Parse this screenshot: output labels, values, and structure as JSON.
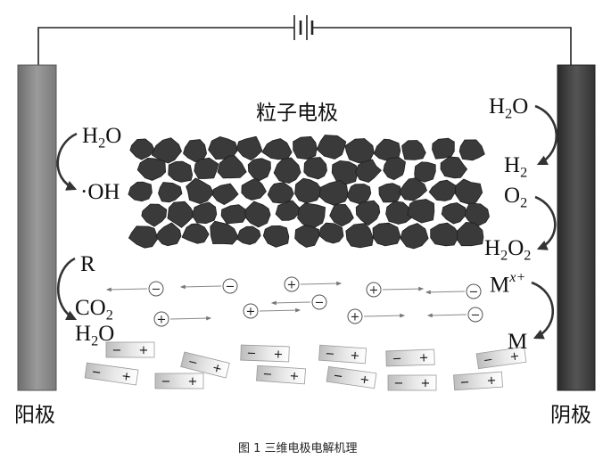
{
  "title": "粒子电极",
  "anode_label": "阳极",
  "cathode_label": "阴极",
  "caption": "图 1 三维电极电解机理",
  "anode_species": {
    "h2o": {
      "main": "H",
      "sub": "2",
      "tail": "O"
    },
    "oh": "·OH",
    "r": "R",
    "co2": {
      "main": "CO",
      "sub": "2",
      "tail": ""
    },
    "h2o_product": {
      "main": "H",
      "sub": "2",
      "tail": "O"
    }
  },
  "cathode_species": {
    "h2o": {
      "main": "H",
      "sub": "2",
      "tail": "O"
    },
    "h2": {
      "main": "H",
      "sub": "2"
    },
    "o2": {
      "main": "O",
      "sub": "2"
    },
    "h2o2": {
      "main": "H",
      "sub1": "2",
      "mid": "O",
      "sub2": "2"
    },
    "metal_ion": {
      "main": "M",
      "sup": "x+"
    },
    "metal": "M"
  },
  "charge_symbols": {
    "negative": "−",
    "positive": "+"
  },
  "colors": {
    "anode": "#8a8a8a",
    "cathode": "#3d3d3d",
    "particle": "#3a3a3a",
    "wire": "#222222"
  },
  "icons": [
    "battery-icon",
    "curved-arrow-icon",
    "anion-icon",
    "cation-icon",
    "dipole-particle-icon"
  ]
}
